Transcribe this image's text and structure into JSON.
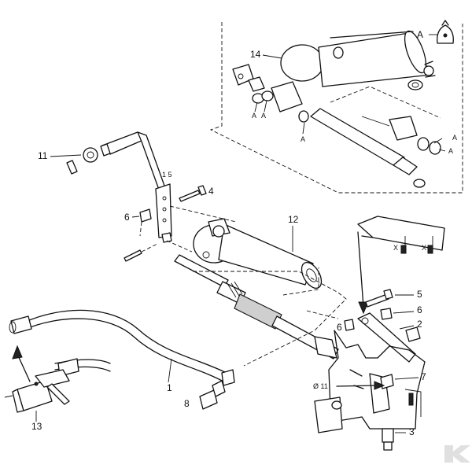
{
  "callouts": {
    "c1": "1",
    "c2": "2",
    "c3": "3",
    "c4": "4",
    "c5": "5",
    "c6a": "6",
    "c6b": "6",
    "c6c": "6",
    "c7": "7",
    "c8": "8",
    "c11a": "11",
    "c11b": "Ø 11",
    "c12": "12",
    "c13": "13",
    "c14": "14",
    "c15": "1 5",
    "cA1": "A",
    "cA2": "A",
    "cA3": "A",
    "cA4": "A",
    "cA5": "A",
    "cA6": "A",
    "cX1": "X",
    "cX2": "X"
  },
  "icons": {
    "grease-bag": "grease-bag-icon",
    "brand-logo": "k-logo-icon"
  },
  "colors": {
    "line": "#111111",
    "logo": "#e0e0e0"
  }
}
